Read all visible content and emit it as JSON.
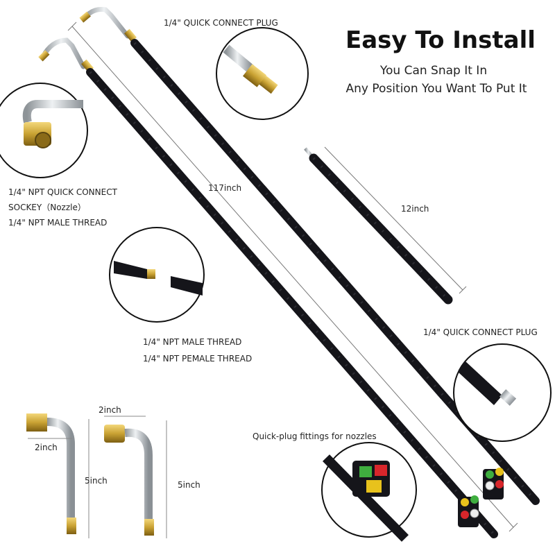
{
  "header": {
    "title": "Easy To Install",
    "subtitle_line1": "You Can Snap It In",
    "subtitle_line2": "Any Position You Want To Put It"
  },
  "labels": {
    "plug_top": "1/4\" QUICK CONNECT PLUG",
    "socket_line1": "1/4\"  NPT QUICK CONNECT",
    "socket_line2": "SOCKEY（Nozzle）",
    "male_thread_left": "1/4\"  NPT MALE THREAD",
    "length_long": "117inch",
    "length_short": "12inch",
    "male_thread_mid": "1/4\"  NPT MALE THREAD",
    "female_thread_mid": "1/4\"  NPT PEMALE THREAD",
    "plug_right": "1/4\" QUICK CONNECT PLUG",
    "nozzle_fittings": "Quick-plug fittings for nozzles",
    "elbow1_width": "2inch",
    "elbow1_height": "5inch",
    "elbow2_width": "2inch",
    "elbow2_height": "5inch"
  },
  "colors": {
    "wand": "#15151a",
    "brass": "#c9a233",
    "steel": "#bfc4c8",
    "nozzle_yellow": "#e8c21c",
    "nozzle_green": "#3fae3f",
    "nozzle_red": "#d8262b",
    "nozzle_white": "#eeeeee"
  }
}
